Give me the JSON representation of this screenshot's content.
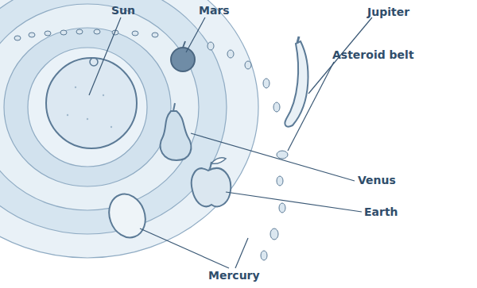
{
  "diagram": {
    "labels": [
      "Sun",
      "Mars",
      "Jupiter",
      "Asteroid belt",
      "Venus",
      "Earth",
      "Mercury"
    ]
  }
}
